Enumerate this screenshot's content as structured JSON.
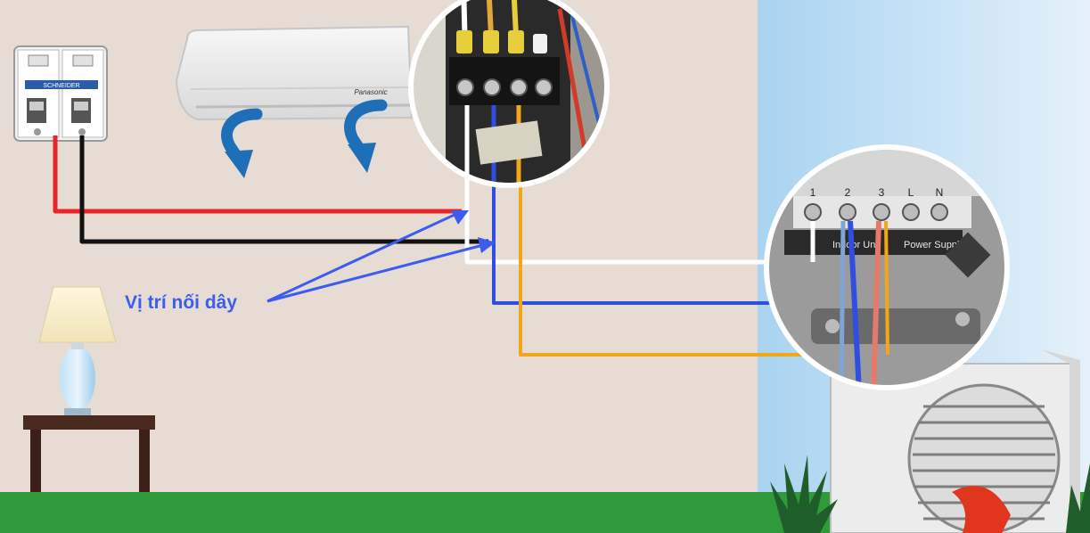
{
  "diagram": {
    "callout_label": "Vị trí nối dây",
    "indoor_unit_brand": "Panasonic",
    "breaker_brand": "SCHNEIDER",
    "terminal_numbers": [
      "1",
      "2",
      "3",
      "L",
      "N"
    ],
    "outdoor_block_labels": [
      "Indoor Unit",
      "Power Supply"
    ]
  },
  "colors": {
    "wall": "#e7dcd3",
    "sky": "#cfe6f6",
    "grass": "#2f9a3a",
    "wire_red": "#e8262a",
    "wire_black": "#111111",
    "wire_white": "#ffffff",
    "wire_blue": "#2f4fe0",
    "wire_orange": "#f2a71b",
    "callout_blue": "#3a5cf0",
    "airflow_arrow": "#1e6fb8"
  }
}
